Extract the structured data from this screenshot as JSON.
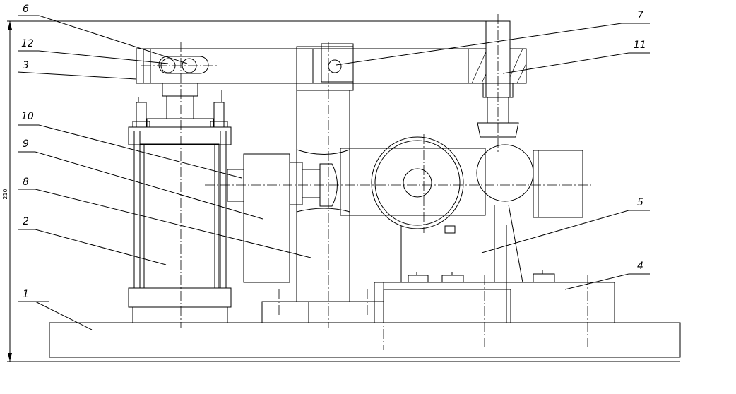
{
  "drawing": {
    "dimension_label": "210",
    "callouts": [
      {
        "id": "c1",
        "text": "1"
      },
      {
        "id": "c2",
        "text": "2"
      },
      {
        "id": "c3",
        "text": "3"
      },
      {
        "id": "c4",
        "text": "4"
      },
      {
        "id": "c5",
        "text": "5"
      },
      {
        "id": "c6",
        "text": "6"
      },
      {
        "id": "c7",
        "text": "7"
      },
      {
        "id": "c8",
        "text": "8"
      },
      {
        "id": "c9",
        "text": "9"
      },
      {
        "id": "c10",
        "text": "10"
      },
      {
        "id": "c11",
        "text": "11"
      },
      {
        "id": "c12",
        "text": "12"
      }
    ]
  }
}
